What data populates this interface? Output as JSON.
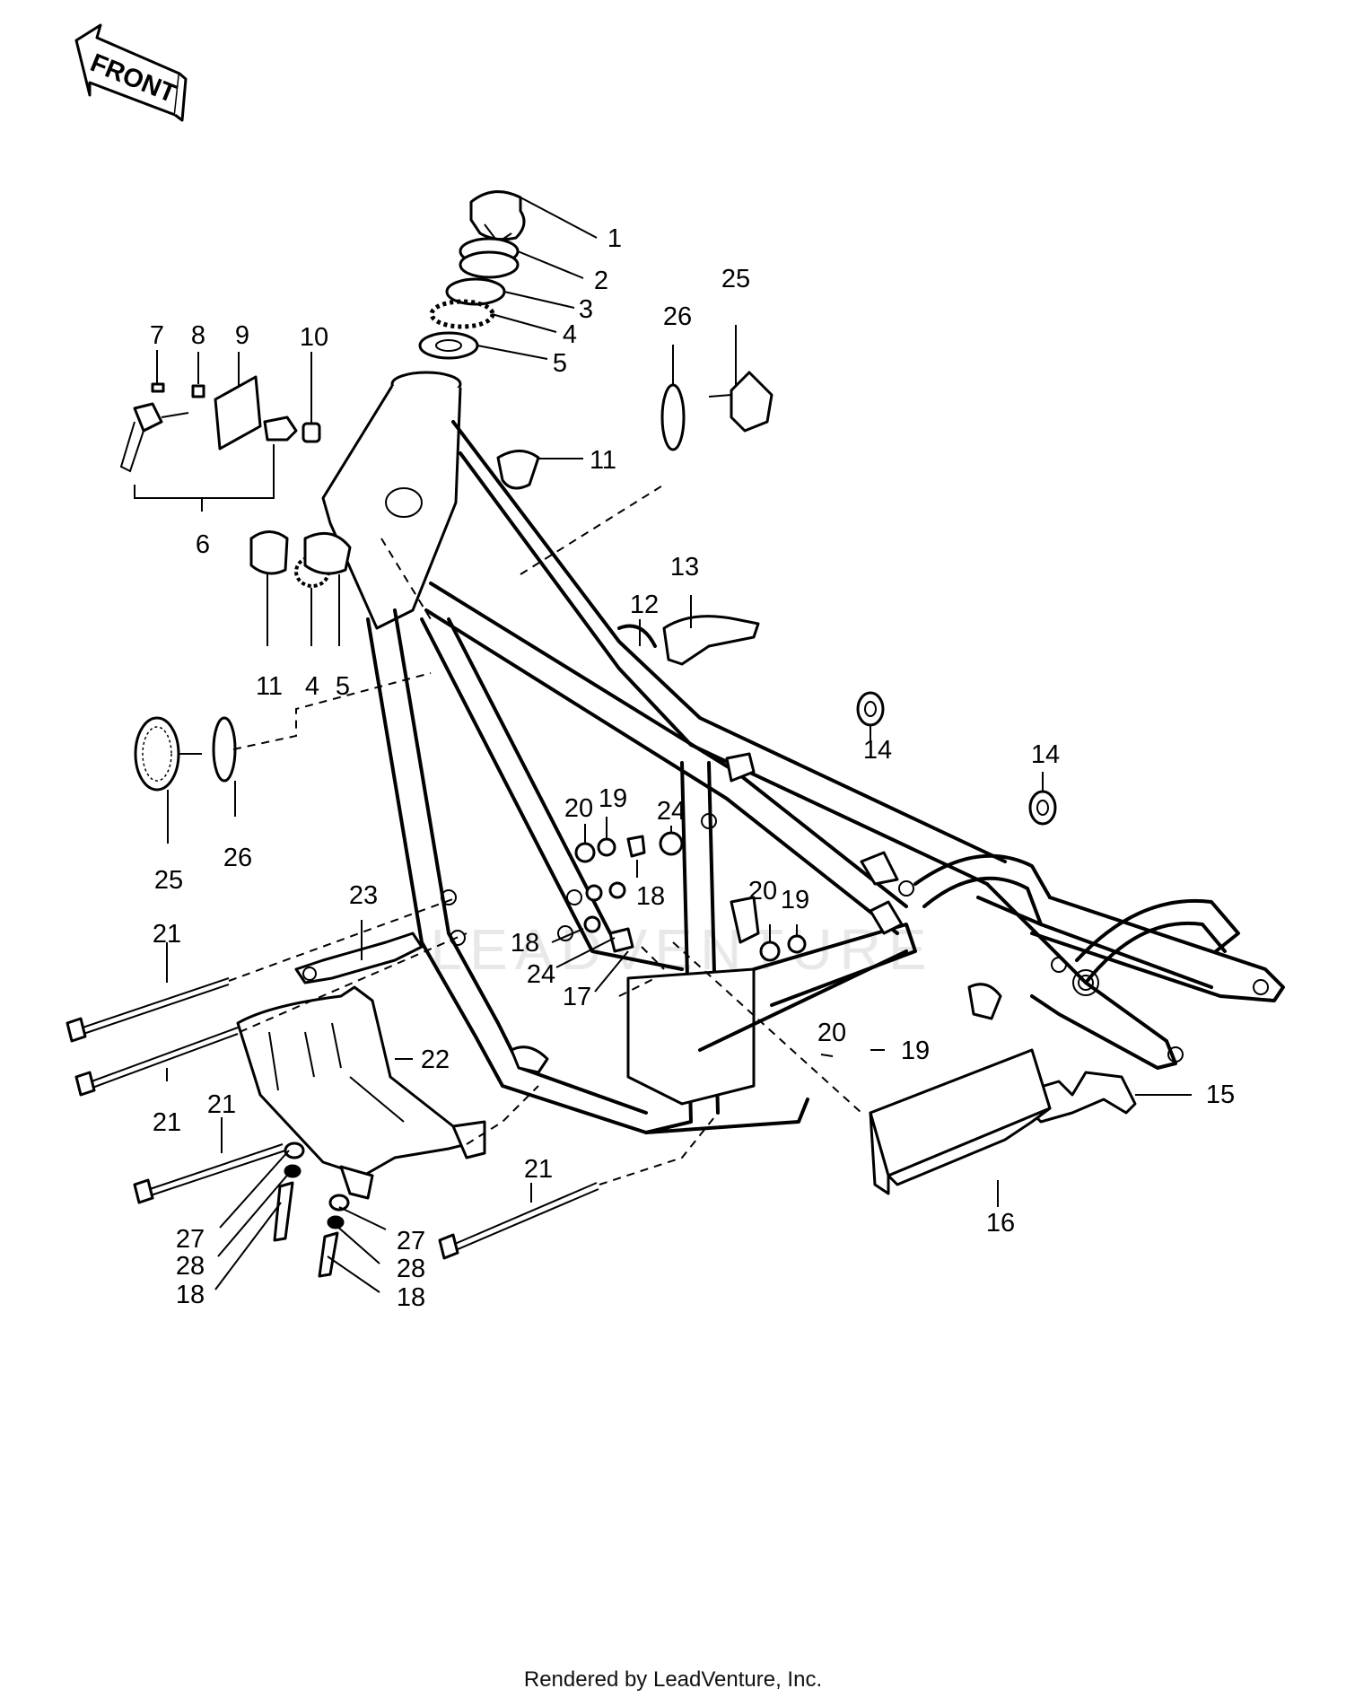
{
  "front_arrow": {
    "label": "FRONT"
  },
  "credit": "Rendered by LeadVenture, Inc.",
  "watermark": "LEADVENTURE",
  "callouts": [
    {
      "id": "c1",
      "text": "1"
    },
    {
      "id": "c2",
      "text": "2"
    },
    {
      "id": "c3",
      "text": "3"
    },
    {
      "id": "c4a",
      "text": "4"
    },
    {
      "id": "c5a",
      "text": "5"
    },
    {
      "id": "c25a",
      "text": "25"
    },
    {
      "id": "c26a",
      "text": "26"
    },
    {
      "id": "c7",
      "text": "7"
    },
    {
      "id": "c8",
      "text": "8"
    },
    {
      "id": "c9",
      "text": "9"
    },
    {
      "id": "c10",
      "text": "10"
    },
    {
      "id": "c11a",
      "text": "11"
    },
    {
      "id": "c6",
      "text": "6"
    },
    {
      "id": "c13",
      "text": "13"
    },
    {
      "id": "c12",
      "text": "12"
    },
    {
      "id": "c11b",
      "text": "11"
    },
    {
      "id": "c4b",
      "text": "4"
    },
    {
      "id": "c5b",
      "text": "5"
    },
    {
      "id": "c14a",
      "text": "14"
    },
    {
      "id": "c14b",
      "text": "14"
    },
    {
      "id": "c25b",
      "text": "25"
    },
    {
      "id": "c26b",
      "text": "26"
    },
    {
      "id": "c20a",
      "text": "20"
    },
    {
      "id": "c19a",
      "text": "19"
    },
    {
      "id": "c24a",
      "text": "24"
    },
    {
      "id": "c18a",
      "text": "18"
    },
    {
      "id": "c20b",
      "text": "20"
    },
    {
      "id": "c19b",
      "text": "19"
    },
    {
      "id": "c23",
      "text": "23"
    },
    {
      "id": "c21a",
      "text": "21"
    },
    {
      "id": "c18b",
      "text": "18"
    },
    {
      "id": "c24b",
      "text": "24"
    },
    {
      "id": "c17",
      "text": "17"
    },
    {
      "id": "c22",
      "text": "22"
    },
    {
      "id": "c21b",
      "text": "21"
    },
    {
      "id": "c21c",
      "text": "21"
    },
    {
      "id": "c20c",
      "text": "20"
    },
    {
      "id": "c19c",
      "text": "19"
    },
    {
      "id": "c15",
      "text": "15"
    },
    {
      "id": "c21d",
      "text": "21"
    },
    {
      "id": "c16",
      "text": "16"
    },
    {
      "id": "c27a",
      "text": "27"
    },
    {
      "id": "c28a",
      "text": "28"
    },
    {
      "id": "c18c",
      "text": "18"
    },
    {
      "id": "c27b",
      "text": "27"
    },
    {
      "id": "c28b",
      "text": "28"
    },
    {
      "id": "c18d",
      "text": "18"
    }
  ]
}
